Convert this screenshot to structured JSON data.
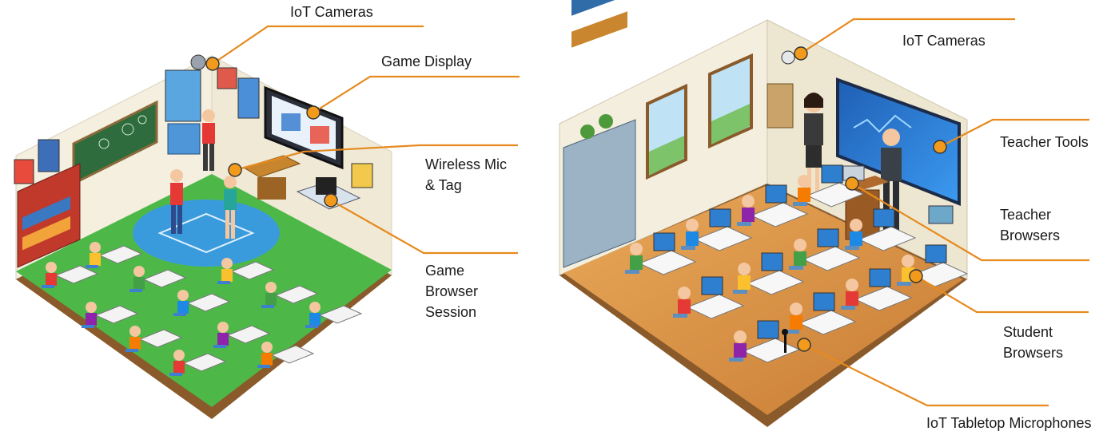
{
  "left_panel": {
    "labels": {
      "iot_cameras": "IoT Cameras",
      "game_display": "Game Display",
      "wireless_mic_line1": "Wireless Mic",
      "wireless_mic_line2": "& Tag",
      "game_browser_line1": "Game",
      "game_browser_line2": "Browser",
      "game_browser_line3": "Session"
    }
  },
  "right_panel": {
    "labels": {
      "iot_cameras": "IoT Cameras",
      "teacher_tools": "Teacher Tools",
      "teacher_browsers_line1": "Teacher",
      "teacher_browsers_line2": "Browsers",
      "student_browsers_line1": "Student",
      "student_browsers_line2": "Browsers",
      "iot_tabletop_mics": "IoT Tabletop Microphones"
    }
  },
  "colors": {
    "callout": "#E68A1E",
    "dot": "#F29A1C",
    "floor_left": "#4DB848",
    "floor_right": "#E0A050",
    "rug": "#3A9BDC",
    "screen": "#2E7FD0",
    "wall": "#F3EEDD"
  }
}
